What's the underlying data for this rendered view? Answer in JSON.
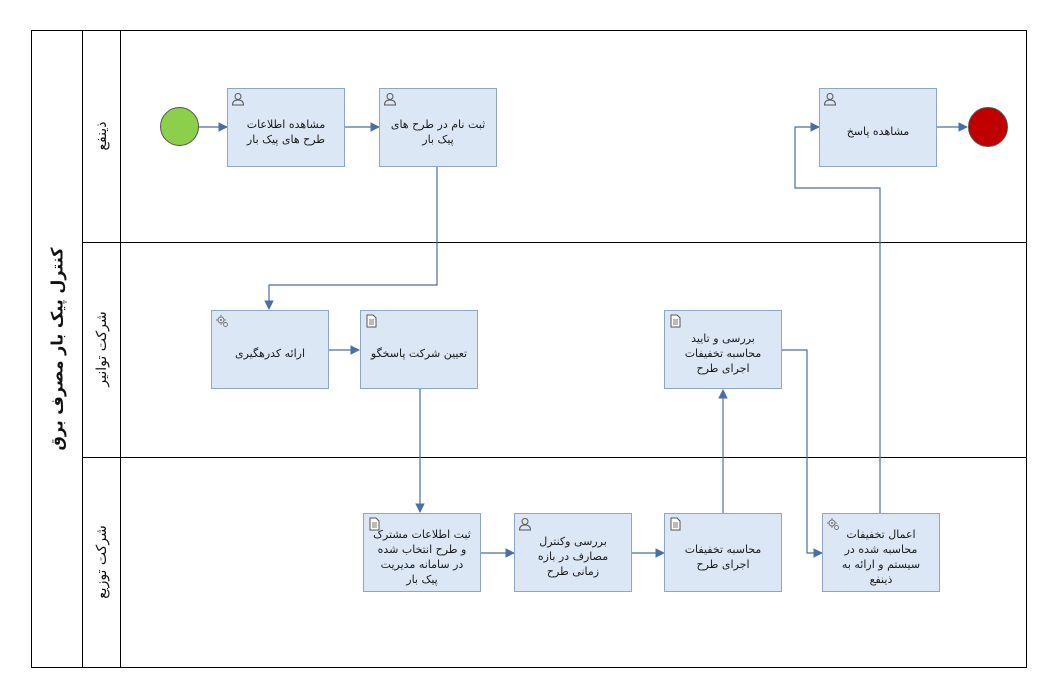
{
  "pool": {
    "title": "کنترل پیک بار مصرف برق"
  },
  "lanes": [
    {
      "title": "ذینفع"
    },
    {
      "title": "شرکت توانیر"
    },
    {
      "title": "شرکت توزیع"
    }
  ],
  "tasks": {
    "view_info": "مشاهده اطلاعات طرح های پیک بار",
    "register": "ثبت نام در طرح های پیک بار",
    "view_response": "مشاهده پاسخ",
    "provide_code": "ارائه کدرهگیری",
    "assign_company": "تعیین شرکت پاسخگو",
    "review_approve": "بررسی و تایید محاسبه تخفیفات اجرای طرح",
    "record_subscriber": "ثبت اطلاعات مشترک و طرح انتخاب شده در سامانه مدیریت پیک بار",
    "review_control": "بررسی وکنترل مصارف در بازه زمانی طرح",
    "calc_discounts": "محاسبه تخفیفات اجرای طرح",
    "apply_discounts": "اعمال تخفیفات محاسبه شده در سیستم و ارائه به ذینفع"
  },
  "colors": {
    "start_event": "#8ccf4a",
    "end_event": "#c00000",
    "task_fill": "#dbe7f4",
    "task_border": "#8aa6c8",
    "flow": "#4a6fa5"
  },
  "icons": {
    "user_task": "user-icon",
    "service_task": "gear-icon",
    "script_task": "document-icon"
  }
}
